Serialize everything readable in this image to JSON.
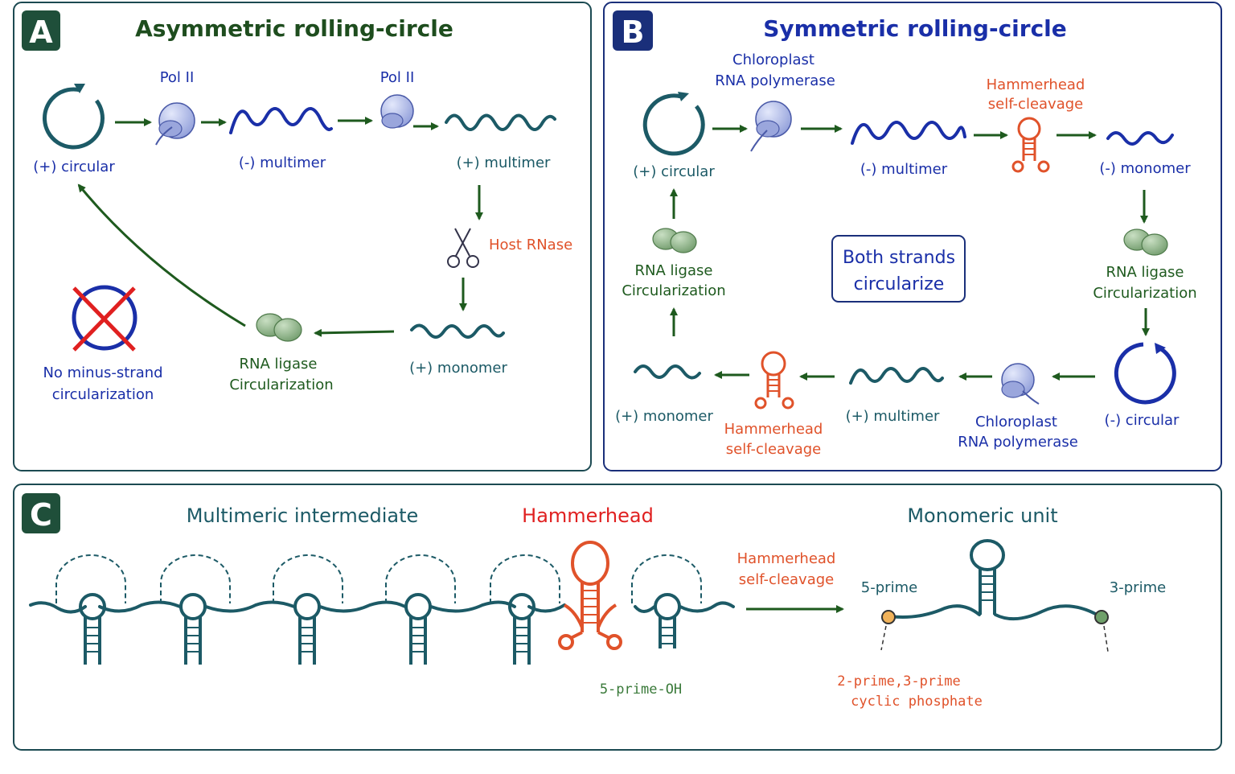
{
  "colors": {
    "teal": "#1c5a66",
    "navy": "#1a2fa8",
    "green": "#1e5a1e",
    "orange": "#e0522a",
    "red": "#e02020",
    "ligase": "#7fa67a",
    "polymerase": "#a7b2e6"
  },
  "panel_a": {
    "badge": "A",
    "title": "Asymmetric rolling-circle",
    "pol1": "Pol II",
    "pol2": "Pol II",
    "plus_circular": "(+) circular",
    "minus_multimer": "(-) multimer",
    "plus_multimer": "(+) multimer",
    "host_rnase": "Host RNase",
    "plus_monomer": "(+) monomer",
    "ligase_line1": "RNA ligase",
    "ligase_line2": "Circularization",
    "no_minus_line1": "No minus-strand",
    "no_minus_line2": "circularization",
    "icons": [
      "circle-arrow-icon",
      "polymerase-icon",
      "scissors-icon",
      "ligase-icon",
      "cross-icon"
    ]
  },
  "panel_b": {
    "badge": "B",
    "title": "Symmetric rolling-circle",
    "chloro_top_line1": "Chloroplast",
    "chloro_top_line2": "RNA polymerase",
    "hh_top_line1": "Hammerhead",
    "hh_top_line2": "self-cleavage",
    "plus_circular": "(+) circular",
    "minus_multimer": "(-) multimer",
    "minus_monomer": "(-) monomer",
    "center_line1": "Both strands",
    "center_line2": "circularize",
    "ligase_left_line1": "RNA ligase",
    "ligase_left_line2": "Circularization",
    "ligase_right_line1": "RNA ligase",
    "ligase_right_line2": "Circularization",
    "plus_monomer": "(+) monomer",
    "hh_bottom_line1": "Hammerhead",
    "hh_bottom_line2": "self-cleavage",
    "plus_multimer": "(+) multimer",
    "chloro_bottom_line1": "Chloroplast",
    "chloro_bottom_line2": "RNA polymerase",
    "minus_circular": "(-) circular"
  },
  "panel_c": {
    "badge": "C",
    "multimeric": "Multimeric intermediate",
    "hammerhead": "Hammerhead",
    "monomeric": "Monomeric unit",
    "hh_line1": "Hammerhead",
    "hh_line2": "self-cleavage",
    "five_prime": "5-prime",
    "three_prime": "3-prime",
    "five_prime_oh": "5-prime-OH",
    "cyclic_line1": "2-prime,3-prime",
    "cyclic_line2": "cyclic phosphate"
  }
}
